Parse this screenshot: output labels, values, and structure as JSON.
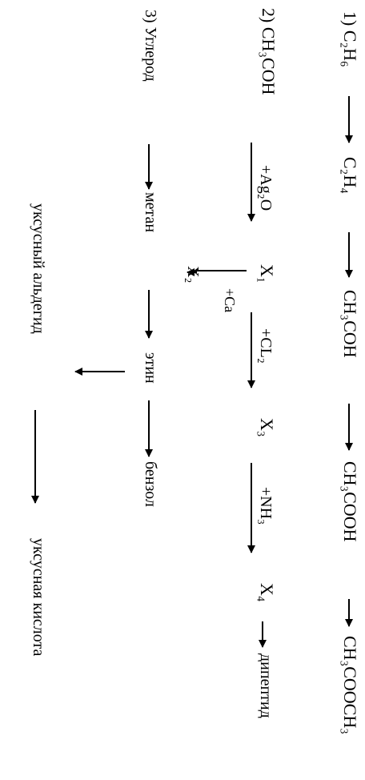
{
  "colors": {
    "ink": "#000000",
    "background": "#ffffff"
  },
  "row1": {
    "label": "1) C₂H₆",
    "c2h4": "C₂H₄",
    "ch3coh": "CH₃COH",
    "ch3cooh": "CH₃COOH",
    "ch3cooch3": "CH₃COOCH₃"
  },
  "row2": {
    "label": "2) CH₃COH",
    "reagent_ag2o": "+Ag₂O",
    "x1": "X₁",
    "x2": "X₂",
    "reagent_ca": "+Ca",
    "reagent_cl2": "+CL₂",
    "x3": "X₃",
    "reagent_nh3": "+NH₃",
    "x4": "X₄",
    "dipeptide": "дипептид"
  },
  "row3": {
    "label": "3) Углерод",
    "methane": "метан",
    "ethyne": "этин",
    "benzene": "бензол"
  },
  "row4": {
    "acetaldehyde": "уксусный альдегид",
    "acetic_acid": "уксусная кислота"
  }
}
